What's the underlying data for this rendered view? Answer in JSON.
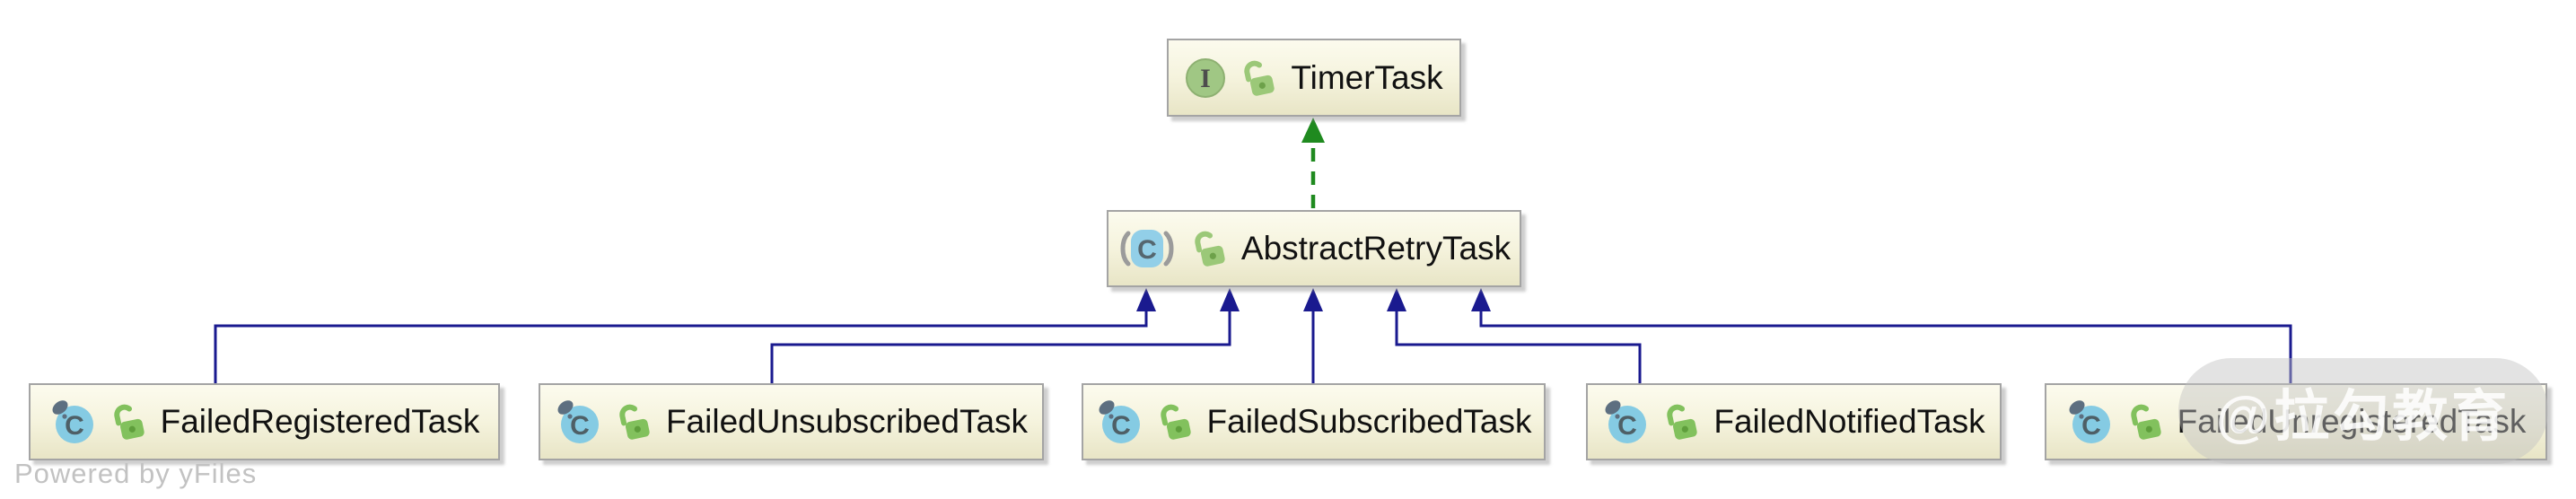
{
  "nodes": {
    "timer_task": {
      "label": "TimerTask",
      "type": "interface",
      "modifier": "public"
    },
    "abstract_retry_task": {
      "label": "AbstractRetryTask",
      "type": "abstract-class",
      "modifier": "public"
    },
    "failed_registered_task": {
      "label": "FailedRegisteredTask",
      "type": "final-class",
      "modifier": "public"
    },
    "failed_unsubscribed_task": {
      "label": "FailedUnsubscribedTask",
      "type": "final-class",
      "modifier": "public"
    },
    "failed_subscribed_task": {
      "label": "FailedSubscribedTask",
      "type": "final-class",
      "modifier": "public"
    },
    "failed_notified_task": {
      "label": "FailedNotifiedTask",
      "type": "final-class",
      "modifier": "public"
    },
    "failed_unregistered_task": {
      "label": "FailedUnregisteredTask",
      "type": "final-class",
      "modifier": "public"
    }
  },
  "edges": [
    {
      "from": "AbstractRetryTask",
      "to": "TimerTask",
      "relation": "implements",
      "style": "dashed",
      "color": "#1f8a1f"
    },
    {
      "from": "FailedRegisteredTask",
      "to": "AbstractRetryTask",
      "relation": "extends",
      "style": "solid",
      "color": "#1a1a8f"
    },
    {
      "from": "FailedUnsubscribedTask",
      "to": "AbstractRetryTask",
      "relation": "extends",
      "style": "solid",
      "color": "#1a1a8f"
    },
    {
      "from": "FailedSubscribedTask",
      "to": "AbstractRetryTask",
      "relation": "extends",
      "style": "solid",
      "color": "#1a1a8f"
    },
    {
      "from": "FailedNotifiedTask",
      "to": "AbstractRetryTask",
      "relation": "extends",
      "style": "solid",
      "color": "#1a1a8f"
    },
    {
      "from": "FailedUnregisteredTask",
      "to": "AbstractRetryTask",
      "relation": "extends",
      "style": "solid",
      "color": "#1a1a8f"
    }
  ],
  "watermark": {
    "text": "@拉勾教育"
  },
  "footer": {
    "powered_by": "Powered by yFiles"
  },
  "colors": {
    "node_fill_top": "#fcfbee",
    "node_fill_bottom": "#e8e5c6",
    "node_border": "#a4a4a4",
    "extends_edge": "#1a1a8f",
    "implements_edge": "#1f8a1f",
    "class_icon_blue": "#85cbe3",
    "interface_icon_green": "#a0c784",
    "lock_green": "#8fc46a",
    "watermark_bg": "rgba(193,193,193,0.45)"
  }
}
